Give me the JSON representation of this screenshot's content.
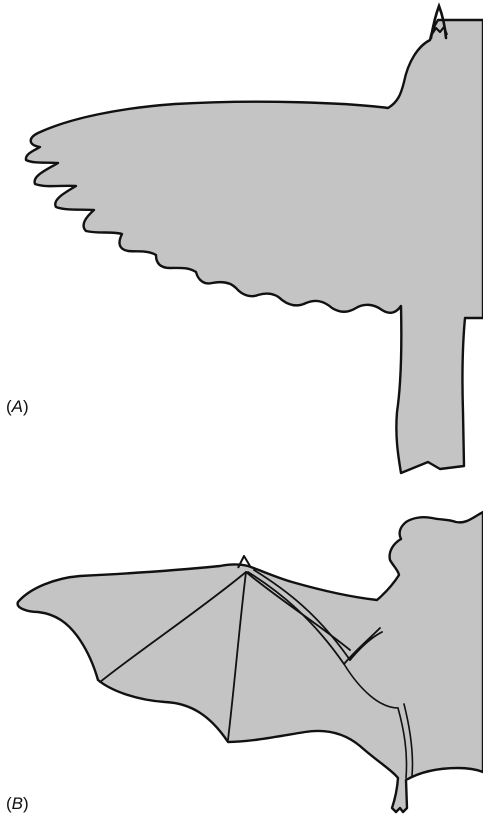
{
  "colors": {
    "silhouette_fill": "#c4c4c4",
    "outline": "#111111",
    "background": "#ffffff"
  },
  "panels": [
    {
      "id": "A",
      "label_open": "(",
      "label_letter": "A",
      "label_close": ")",
      "subject": "bird-wing-silhouette"
    },
    {
      "id": "B",
      "label_open": "(",
      "label_letter": "B",
      "label_close": ")",
      "subject": "bat-wing-silhouette"
    }
  ]
}
